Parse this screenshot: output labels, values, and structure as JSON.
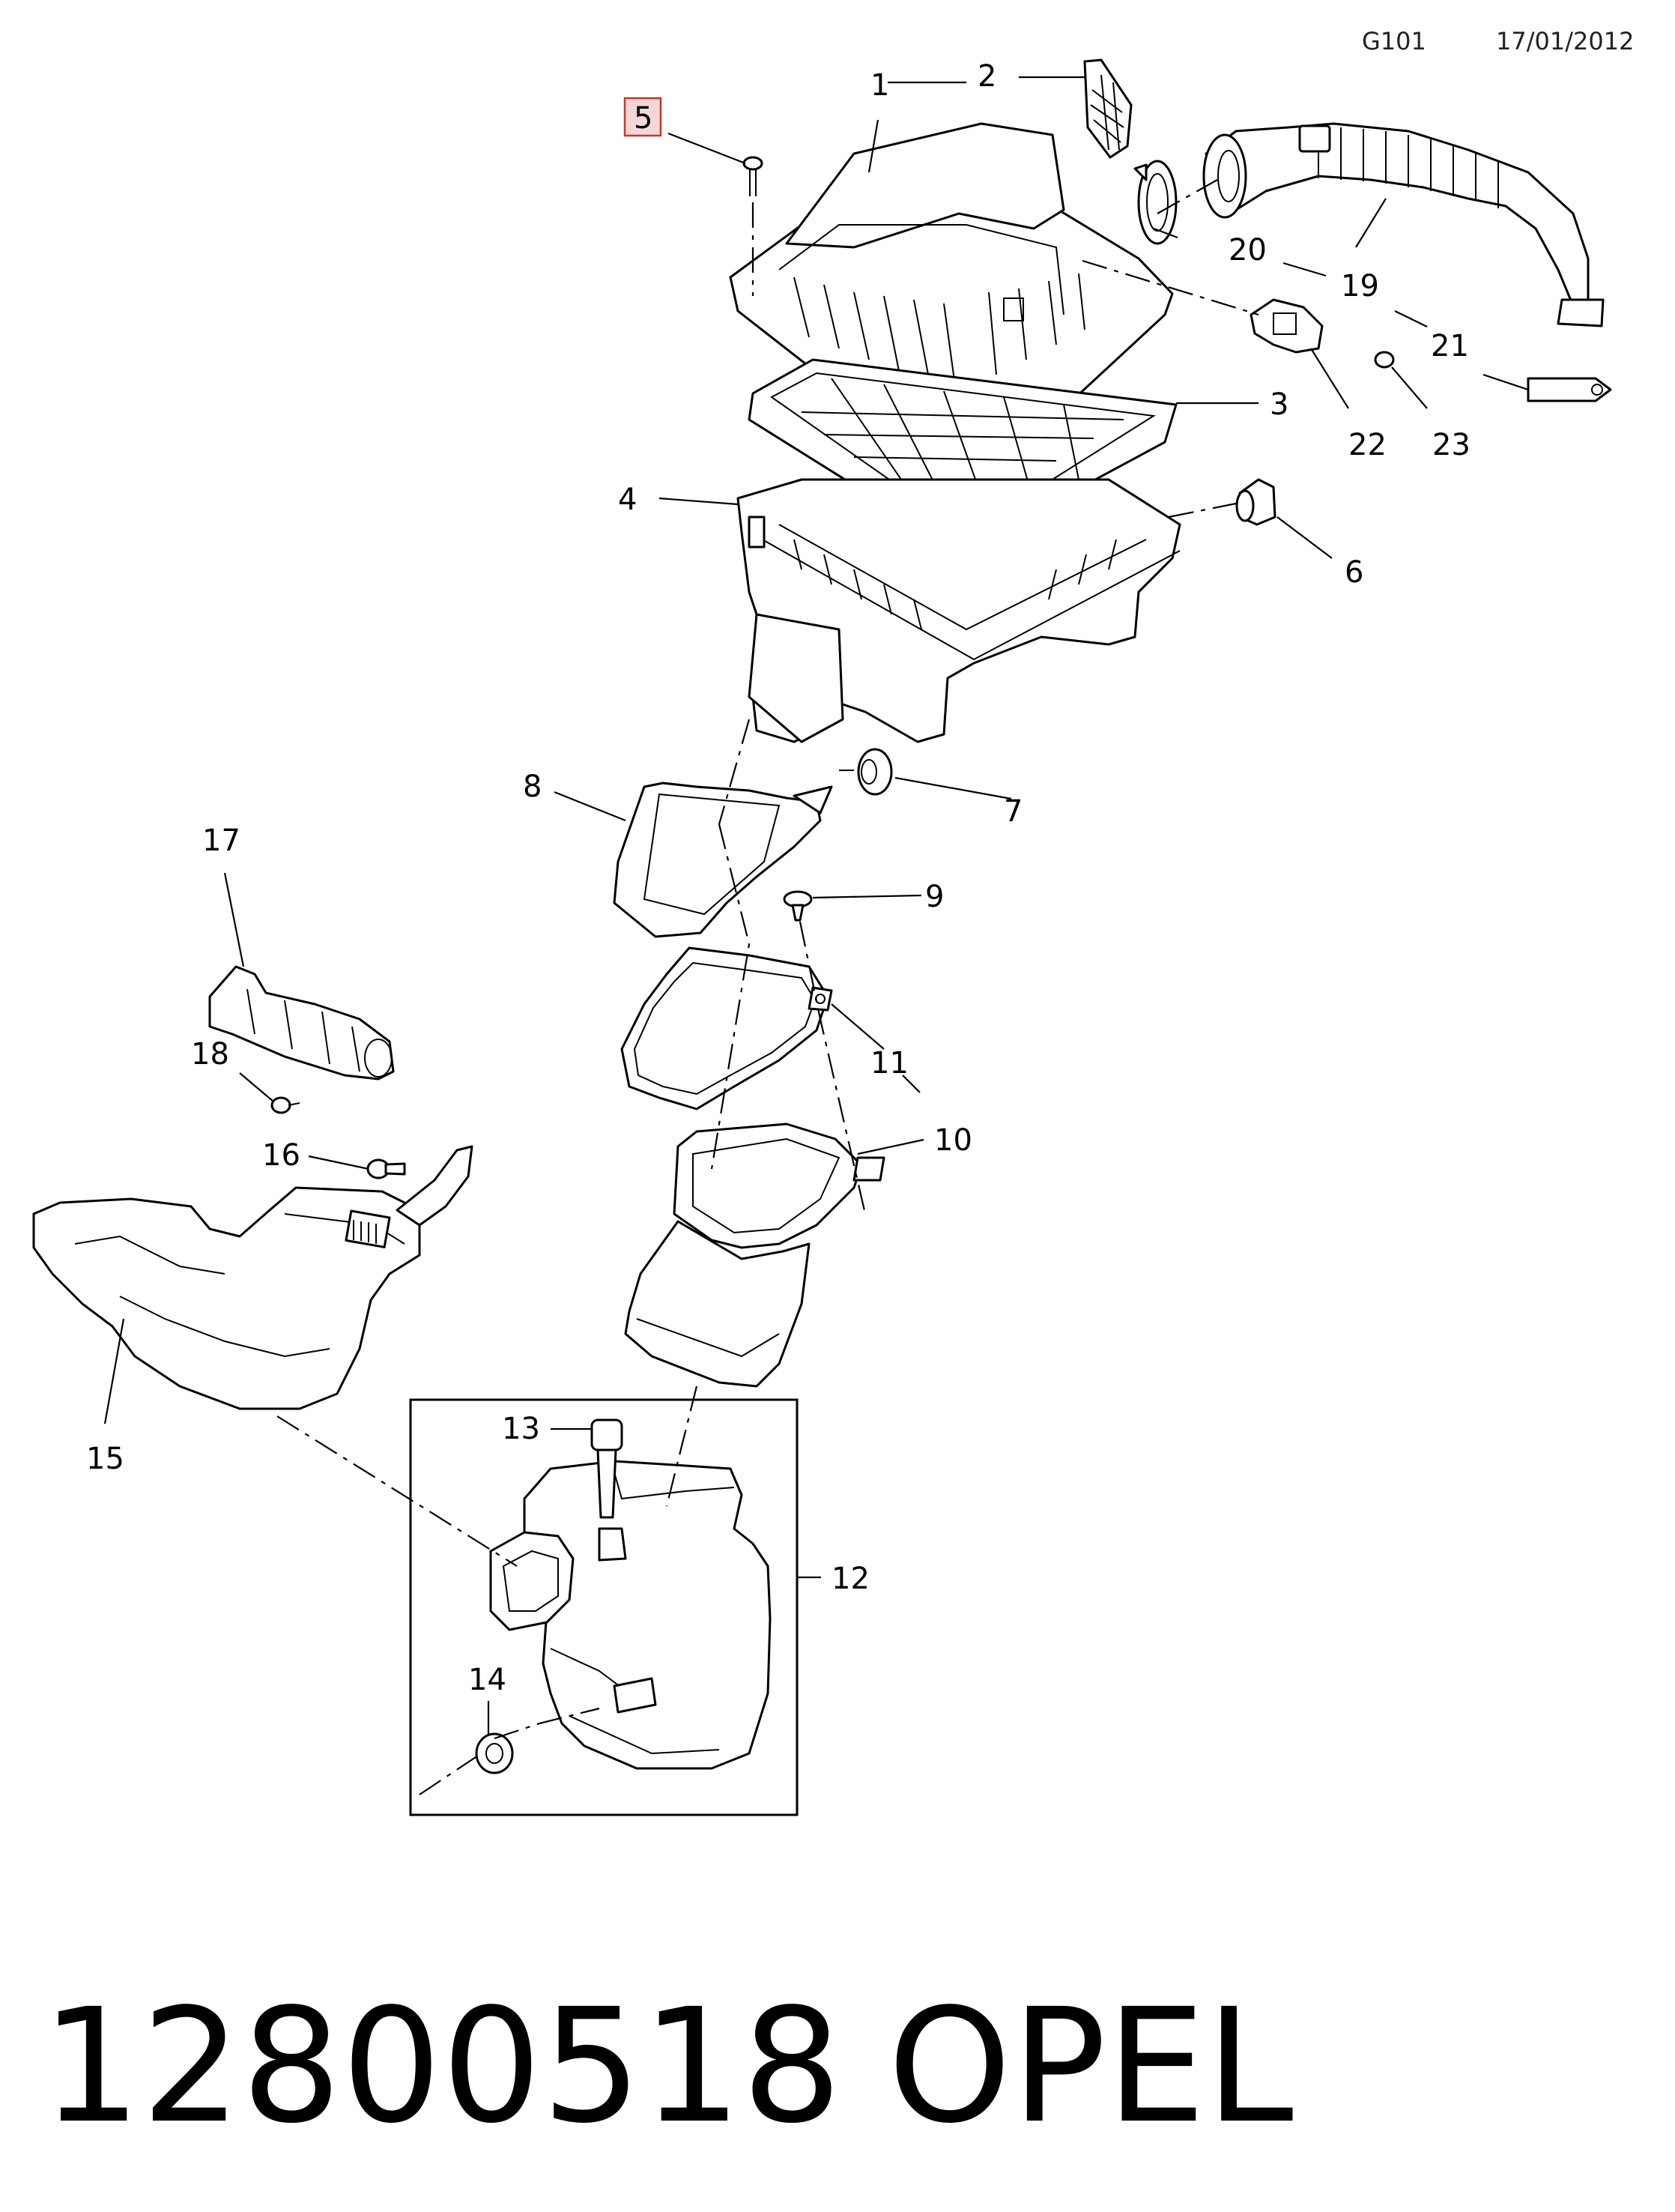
{
  "header": {
    "group_code": "G101",
    "date": "17/01/2012"
  },
  "callouts": {
    "c1": "1",
    "c2": "2",
    "c3": "3",
    "c4": "4",
    "c5": "5",
    "c6": "6",
    "c7": "7",
    "c8": "8",
    "c9": "9",
    "c10": "10",
    "c11": "11",
    "c12": "12",
    "c13": "13",
    "c14": "14",
    "c15": "15",
    "c16": "16",
    "c17": "17",
    "c18": "18",
    "c19": "19",
    "c20": "20",
    "c21": "21",
    "c22": "22",
    "c23": "23"
  },
  "highlighted_callout": "5",
  "footer": {
    "part_number": "12800518",
    "brand": "OPEL"
  },
  "colors": {
    "line": "#000000",
    "highlight_stroke": "#c0392b",
    "highlight_fill": "#f6d6d6"
  }
}
